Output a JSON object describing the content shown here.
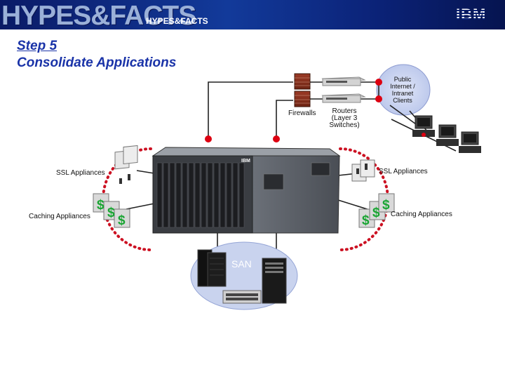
{
  "banner": {
    "logo_text": "HYPES&FACTS",
    "logo_small": "HYPES&FACTS",
    "brand": "IBM"
  },
  "title": {
    "step": "Step 5",
    "heading": "Consolidate Applications"
  },
  "labels": {
    "public_internet": "Public Internet / Intranet Clients",
    "firewalls": "Firewalls",
    "routers": "Routers (Layer 3 Switches)",
    "ssl_left": "SSL Appliances",
    "ssl_right": "SSL Appliances",
    "caching_left": "Caching Appliances",
    "caching_right": "Caching Appliances",
    "san": "SAN",
    "chassis_brand": "IBM"
  },
  "colors": {
    "title": "#1a33a8",
    "connector_red": "#dd0011",
    "dotted_ring": "#cc1122",
    "san_oval": "#c9d3ee",
    "internet_oval": "#b8c2ec",
    "dollar_green": "#1aa533"
  }
}
